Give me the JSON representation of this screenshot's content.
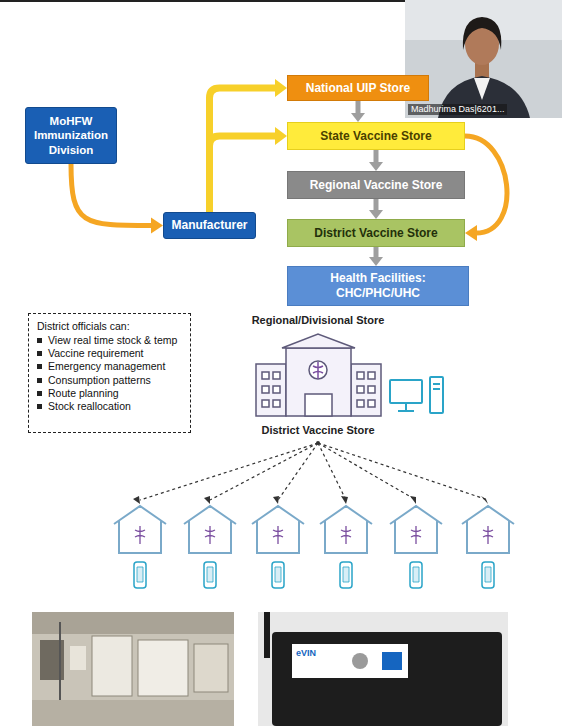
{
  "diagram": {
    "nodes": [
      {
        "text": [
          "National UIP Store"
        ]
      },
      {
        "text": [
          "MoHFW Immunization Division"
        ]
      },
      {
        "text": [
          "State Vaccine Store"
        ]
      },
      {
        "text": [
          "Regional Vaccine Store"
        ]
      },
      {
        "text": [
          "Manufacturer"
        ]
      },
      {
        "text": [
          "District Vaccine Store"
        ]
      },
      {
        "text": [
          "Health Facilities: CHC/PHC/UHC"
        ]
      },
      {
        "text": [
          "District officials can:",
          "View real time stock & temp",
          "Vaccine requirement",
          "Emergency management",
          "Consumption patterns",
          "Route planning",
          "Stock reallocation"
        ]
      }
    ],
    "edges": [
      {
        "from": 1,
        "to": 4,
        "arrow": "to"
      },
      {
        "from": 4,
        "to": 0,
        "arrow": "to"
      },
      {
        "from": 4,
        "to": 2,
        "arrow": "to"
      },
      {
        "from": 0,
        "to": 2,
        "arrow": "to"
      },
      {
        "from": 2,
        "to": 3,
        "arrow": "to"
      },
      {
        "from": 3,
        "to": 5,
        "arrow": "to"
      },
      {
        "from": 5,
        "to": 6,
        "arrow": "to"
      },
      {
        "from": 2,
        "to": 5,
        "arrow": "to"
      }
    ],
    "labels": [
      "Madhurima Das|6201...",
      "Regional/Divisional Store",
      "District Vaccine Store",
      "eVIN"
    ]
  }
}
